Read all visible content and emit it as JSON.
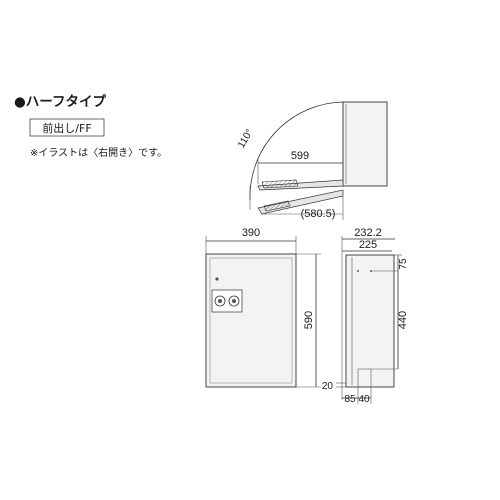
{
  "header": {
    "title": "●ハーフタイプ",
    "badge": "前出し/FF",
    "note": "※イラストは〈右開き〉です。"
  },
  "top_view": {
    "angle": "110°",
    "depth": "599",
    "open_depth": "(580.5)"
  },
  "front_view": {
    "width": "390",
    "height": "590"
  },
  "side_view": {
    "outer_depth": "232.2",
    "inner_depth": "225",
    "top_offset": "75",
    "hole_pitch": "440",
    "bottom_offset": "20",
    "bottom_left": "85",
    "bottom_right": "40"
  }
}
